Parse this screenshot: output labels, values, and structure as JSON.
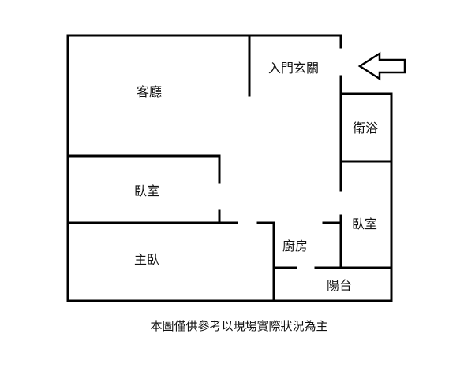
{
  "rooms": {
    "living": "客廳",
    "entrance": "入門玄關",
    "bathroom": "衛浴",
    "bedroom_middle": "臥室",
    "bedroom_right": "臥室",
    "master_bedroom": "主臥",
    "kitchen": "廚房",
    "balcony": "陽台"
  },
  "caption": "本圖僅供參考以現場實際狀況為主",
  "icons": {
    "entrance_arrow": "arrow-left-icon"
  },
  "colors": {
    "wall": "#000000",
    "background": "#ffffff",
    "text": "#111111"
  }
}
